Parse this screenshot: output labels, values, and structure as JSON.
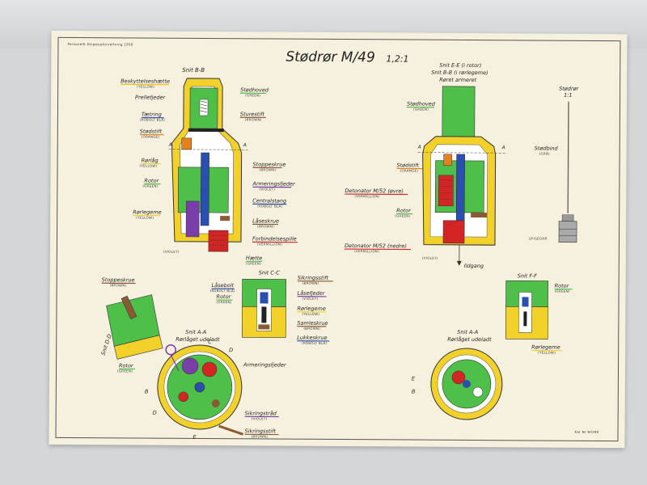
{
  "poster": {
    "publisher": "Personellt Ekipasjeforvaltning 1958",
    "title": "Stødrør M/49",
    "scale": "1,2:1",
    "catalog_no": "Kat Nr 80390",
    "colors": {
      "paper": "#f6f1de",
      "yellow": "#f2d22a",
      "green": "#4ec04a",
      "blue": "#2a4fb0",
      "red": "#d42525",
      "orange": "#e8801c",
      "violet": "#7a3ea8",
      "brown": "#8a5a34"
    }
  },
  "left_section": {
    "heading": "Snit B-B",
    "labels": [
      {
        "text": "Beskyttelseshætte",
        "color": "(YELLOW)"
      },
      {
        "text": "Prellefjeder",
        "color": ""
      },
      {
        "text": "Tætring",
        "color": "(KOBOLT BLÅ)"
      },
      {
        "text": "Stødstift",
        "color": "(ORANGE)"
      },
      {
        "text": "Rørlåg",
        "color": "(YELLOW)"
      },
      {
        "text": "Rotor",
        "color": "(GREEN)"
      },
      {
        "text": "Rørlegeme",
        "color": "(YELLOW)"
      },
      {
        "text": "Stødhoved",
        "color": "(GREEN)"
      },
      {
        "text": "Sturestift",
        "color": "(BROWN)"
      },
      {
        "text": "Stoppeskrue",
        "color": "(BROWN)"
      },
      {
        "text": "Armeringsfjeder",
        "color": "(VIOLET)"
      },
      {
        "text": "Centralstang",
        "color": "(KOBOLT BLÅ)"
      },
      {
        "text": "Låseskrue",
        "color": "(BROWN)"
      },
      {
        "text": "Forbindelsespille",
        "color": "(VERMILLION)"
      },
      {
        "text": "Hætte",
        "color": "(GREEN)"
      }
    ],
    "marker_a": "A",
    "violet_note": "(VIOLET)"
  },
  "right_section": {
    "heading_1": "Snit E-E (i rotor)",
    "heading_2": "Snit B-B (i rørlegeme)",
    "heading_3": "Røret armeret",
    "labels": [
      {
        "text": "Stødhoved",
        "color": "(GREEN)"
      },
      {
        "text": "Stødstift",
        "color": "(ORANGE)"
      },
      {
        "text": "Detonator M/52 (øvre)",
        "color": "(VERMILLION)"
      },
      {
        "text": "Rotor",
        "color": "(GREEN)"
      },
      {
        "text": "Detonator M/52 (nedre)",
        "color": "(VERMILLION)"
      }
    ],
    "violet_note": "(VIOLET)",
    "ildgang": "Ildgang",
    "marker_a": "A"
  },
  "far_right": {
    "heading_1": "Stødrør",
    "heading_2": "1:1",
    "label": "Stødbind",
    "label_color": "(GRÅ)",
    "bottom_note": "UFISEGRÅ"
  },
  "bottom_left": {
    "stoppeskrue": "Stoppeskrue",
    "stoppeskrue_color": "(BROWN)",
    "snit_dd": "Snit D-D",
    "rotor": "Rotor",
    "rotor_color": "(GREEN)"
  },
  "bottom_center": {
    "heading": "Snit C-C",
    "labels": [
      {
        "text": "Låsebolt",
        "color": "(KOBOLT BLÅ)"
      },
      {
        "text": "Rotor",
        "color": "(GREEN)"
      },
      {
        "text": "Sikringsstift",
        "color": "(BROWN)"
      },
      {
        "text": "Låsefjeder",
        "color": "(VIOLET)"
      },
      {
        "text": "Rørlegeme",
        "color": "(YELLOW)"
      },
      {
        "text": "Samleskrue",
        "color": "(BROWN)"
      },
      {
        "text": "Lukkeskrue",
        "color": "(KOBOLT BLÅ)"
      }
    ]
  },
  "bottom_circle_left": {
    "heading_1": "Snit A-A",
    "heading_2": "Rørlåget udeladt",
    "labels": [
      {
        "text": "Armeringsfjeder",
        "color": ""
      },
      {
        "text": "Sikringstråd",
        "color": "(VIOLET)"
      },
      {
        "text": "Sikringsstift",
        "color": "(BROWN)"
      }
    ],
    "marks": [
      "C",
      "D",
      "E",
      "B",
      "D"
    ]
  },
  "bottom_circle_right": {
    "heading_1": "Snit A-A",
    "heading_2": "Rørlåget udeladt",
    "marks": [
      "E",
      "B"
    ]
  },
  "bottom_right": {
    "heading": "Snit F-F",
    "labels": [
      {
        "text": "Rotor",
        "color": "(GREEN)"
      },
      {
        "text": "Rørlegeme",
        "color": "(YELLOW)"
      }
    ]
  }
}
